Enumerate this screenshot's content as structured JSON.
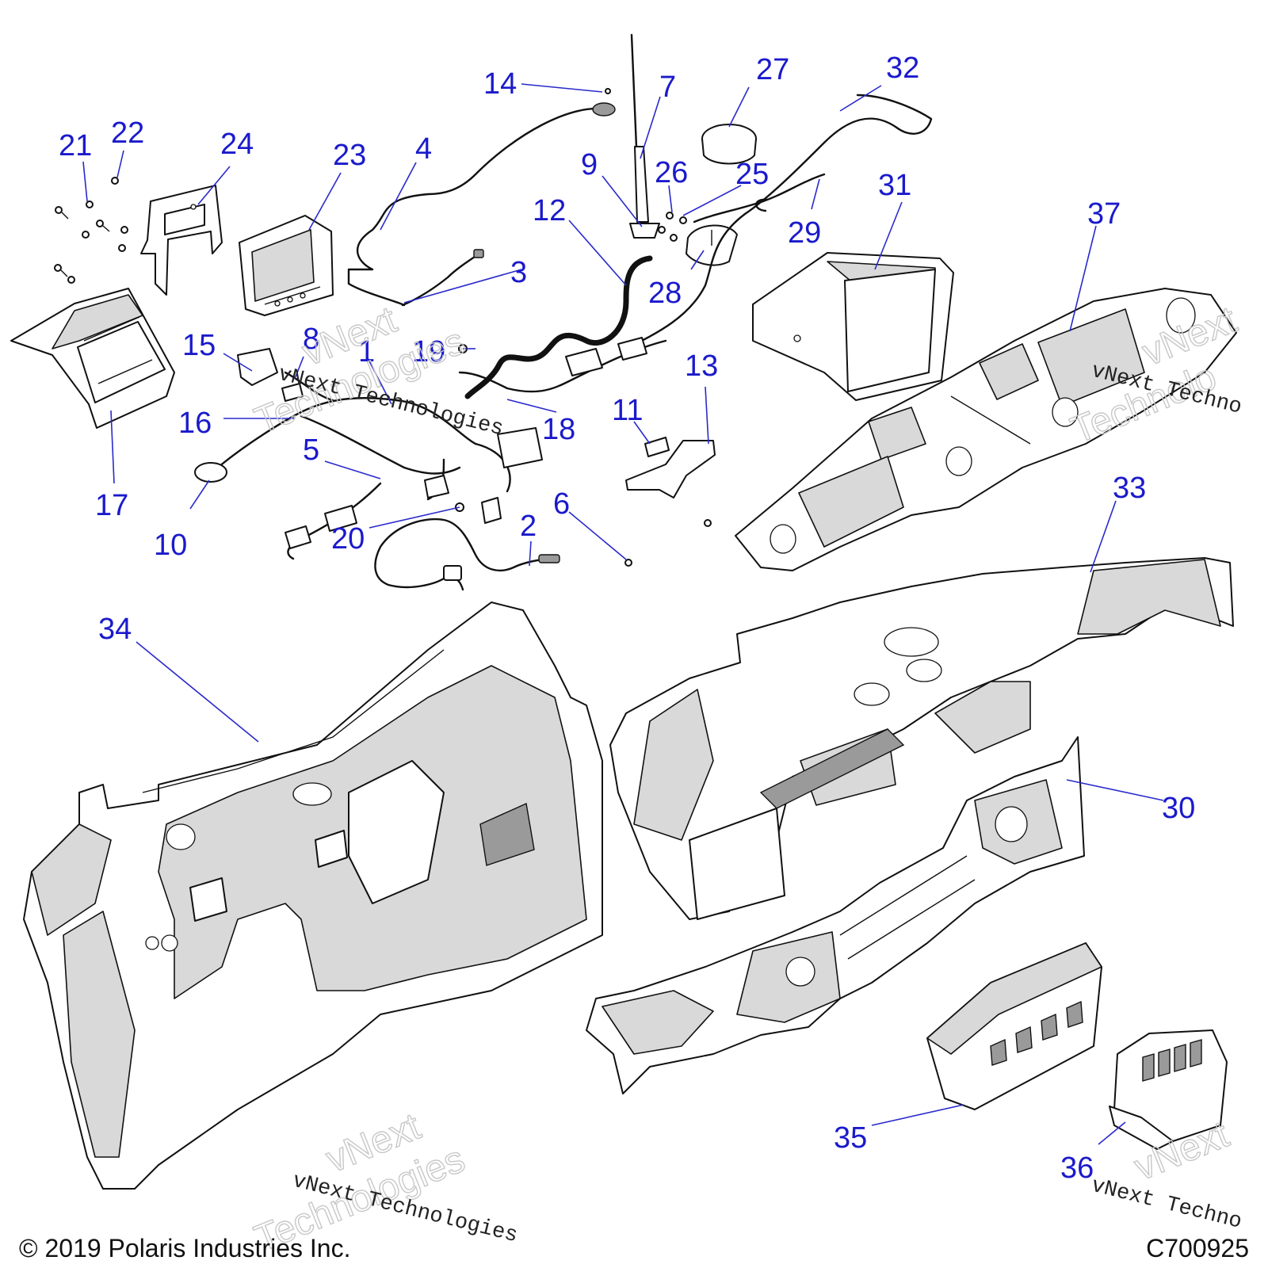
{
  "callouts": [
    {
      "num": "1"
    },
    {
      "num": "2"
    },
    {
      "num": "3"
    },
    {
      "num": "4"
    },
    {
      "num": "5"
    },
    {
      "num": "6"
    },
    {
      "num": "7"
    },
    {
      "num": "8"
    },
    {
      "num": "9"
    },
    {
      "num": "10"
    },
    {
      "num": "11"
    },
    {
      "num": "12"
    },
    {
      "num": "13"
    },
    {
      "num": "14"
    },
    {
      "num": "15"
    },
    {
      "num": "16"
    },
    {
      "num": "17"
    },
    {
      "num": "18"
    },
    {
      "num": "19"
    },
    {
      "num": "20"
    },
    {
      "num": "21"
    },
    {
      "num": "22"
    },
    {
      "num": "23"
    },
    {
      "num": "24"
    },
    {
      "num": "25"
    },
    {
      "num": "26"
    },
    {
      "num": "27"
    },
    {
      "num": "28"
    },
    {
      "num": "29"
    },
    {
      "num": "30"
    },
    {
      "num": "31"
    },
    {
      "num": "32"
    },
    {
      "num": "33"
    },
    {
      "num": "34"
    },
    {
      "num": "35"
    },
    {
      "num": "36"
    },
    {
      "num": "37"
    }
  ],
  "watermark": {
    "text": "vNext Technologies",
    "ghost_line1": "vNext",
    "ghost_line2": "Technologies",
    "ghost_short": "Technolo",
    "short_mid": "vNext Techno",
    "short_bottom": "vNext Techno"
  },
  "footer": {
    "copyright": "© 2019 Polaris Industries Inc.",
    "drawing_id": "C700925"
  },
  "colors": {
    "callout": "#1a1acc",
    "line": "#111111",
    "shade": "#d9d9d9"
  }
}
